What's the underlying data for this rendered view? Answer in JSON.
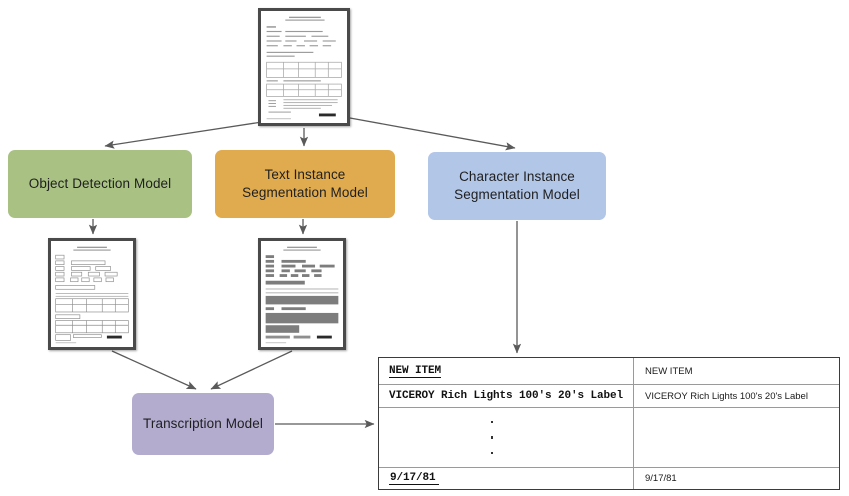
{
  "diagram": {
    "title": "Document understanding model pipeline",
    "nodes": {
      "source_document": "scanned-form-document",
      "object_detection": "Object Detection Model",
      "text_instance": "Text Instance\nSegmentation Model",
      "text_instance_line1": "Text Instance",
      "text_instance_line2": "Segmentation Model",
      "character_instance_line1": "Character Instance",
      "character_instance_line2": "Segmentation Model",
      "transcription": "Transcription Model",
      "detected_document": "document-with-detection-boxes",
      "segmented_document": "document-with-segmentation-masks"
    },
    "colors": {
      "object_detection": "#a9c284",
      "text_instance": "#e0ab4f",
      "character_instance": "#b2c6e8",
      "transcription": "#b3accf",
      "arrow": "#5a5a5a",
      "document_border": "#4a4a4a",
      "table_border": "#3b3b3b"
    }
  },
  "output_table": {
    "rows": [
      {
        "scan": "NEW ITEM",
        "text": "NEW ITEM"
      },
      {
        "scan": "VICEROY Rich Lights 100's 20's Label",
        "text": "VICEROY Rich Lights 100's 20's Label"
      },
      {
        "scan": "⋮",
        "text": ""
      },
      {
        "scan": "9/17/81",
        "text": "9/17/81"
      }
    ]
  }
}
